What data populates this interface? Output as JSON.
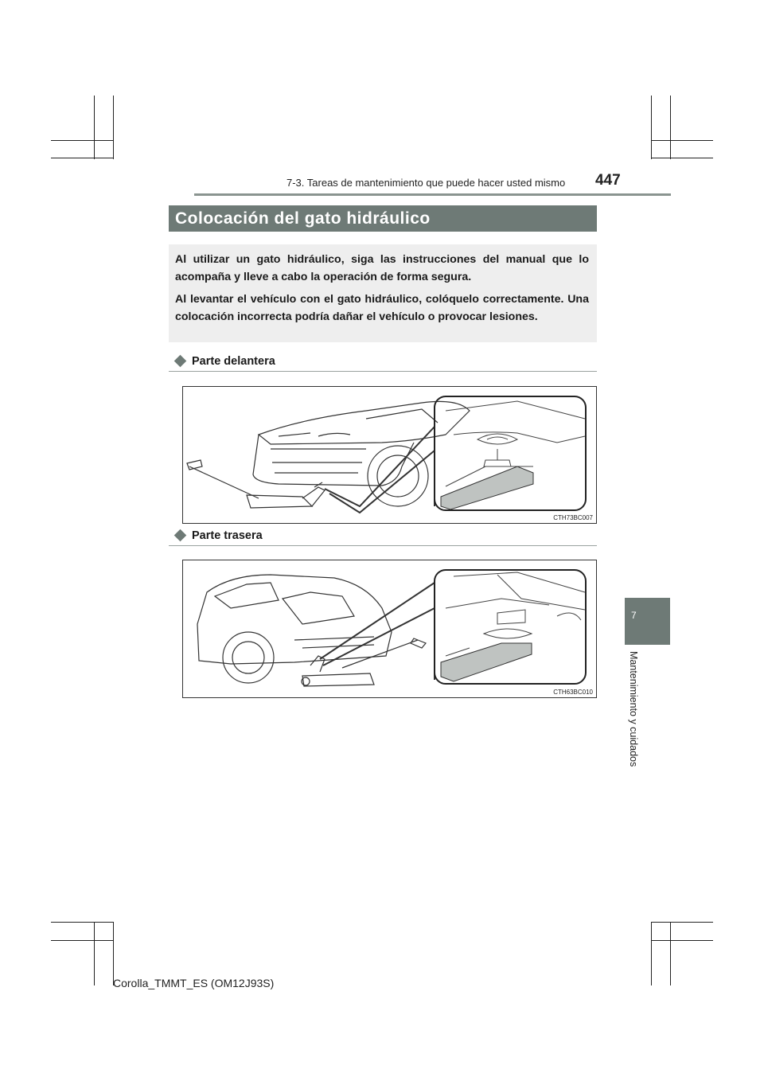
{
  "header": {
    "section": "7-3. Tareas de mantenimiento que puede hacer usted mismo",
    "page_number": "447"
  },
  "title": "Colocación del gato hidráulico",
  "intro": {
    "paragraph1": "Al utilizar un gato hidráulico, siga las instrucciones del manual que lo acompaña y lleve a cabo la operación de forma segura.",
    "paragraph2": "Al levantar el vehículo con el gato hidráulico, colóquelo correctamente. Una colocación incorrecta podría dañar el vehículo o provocar lesiones."
  },
  "sections": [
    {
      "heading": "Parte delantera",
      "figure_code": "CTH73BC007"
    },
    {
      "heading": "Parte trasera",
      "figure_code": "CTH63BC010"
    }
  ],
  "side_tab": {
    "number": "7",
    "label": "Mantenimiento y cuidados"
  },
  "footer": "Corolla_TMMT_ES (OM12J93S)",
  "colors": {
    "accent": "#6e7a76",
    "intro_background": "#eeeeee"
  }
}
